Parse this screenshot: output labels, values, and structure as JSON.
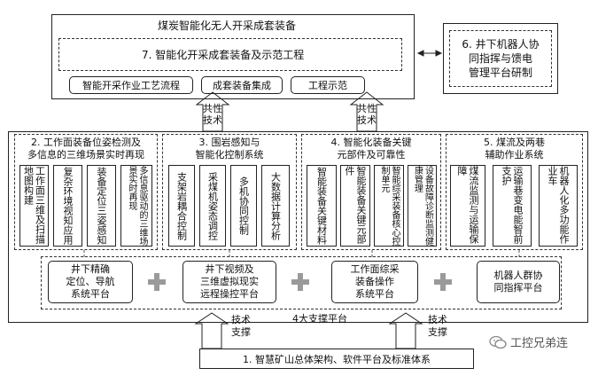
{
  "top": {
    "outer_title": "煤炭智能化无人开采成套装备",
    "main_title": "7. 智能化开采成套装备及示范工程",
    "pills": [
      "智能开采作业工艺流程",
      "成套装备集成",
      "工程示范"
    ]
  },
  "robot": {
    "label": "6. 井下机器人协\n同指挥与馈电\n管理平台研制"
  },
  "common_tech": [
    "共性\n技术",
    "共性\n技术"
  ],
  "groups": [
    {
      "title": "2. 工作面装备位姿检测及\n多信息的三维场景实时再现",
      "items": [
        "工作面三维及扫描地图构建",
        "复杂环境视知应用",
        "装备定位三姿感知",
        "多信息驱动的三维场景实时再现"
      ]
    },
    {
      "title": "3. 围岩感知与\n智能化控制系统",
      "items": [
        "支架岩耦合控制",
        "采煤机姿态调控",
        "多机协同控制",
        "大数据计算分析"
      ]
    },
    {
      "title": "4. 智能化装备关键\n元部件及可靠性",
      "items": [
        "智能装备关键材料",
        "智能装备关键元部件",
        "智能综采装备核心控制单元",
        "设备故障诊断监测健康管理"
      ]
    },
    {
      "title": "5. 煤流及两巷\n辅助作业系统",
      "items": [
        "煤流监测与运输保障",
        "运输巷变电能智前支护",
        "机器人化多功能作业车"
      ]
    }
  ],
  "platforms": [
    "井下精确\n定位、导航\n系统平台",
    "井下视频及\n三维虚拟现实\n远程操控平台",
    "工作面综采\n装备操作\n系统平台",
    "机器人群协\n同指挥平台"
  ],
  "platform_caption": "4大支撑平台",
  "support": [
    "技术\n支撑",
    "技术\n支撑"
  ],
  "bottom": {
    "label": "1. 智慧矿山总体架构、软件平台及标准体系"
  },
  "watermark": {
    "text": "工控兄弟连",
    "icon": "wechat-icon"
  }
}
